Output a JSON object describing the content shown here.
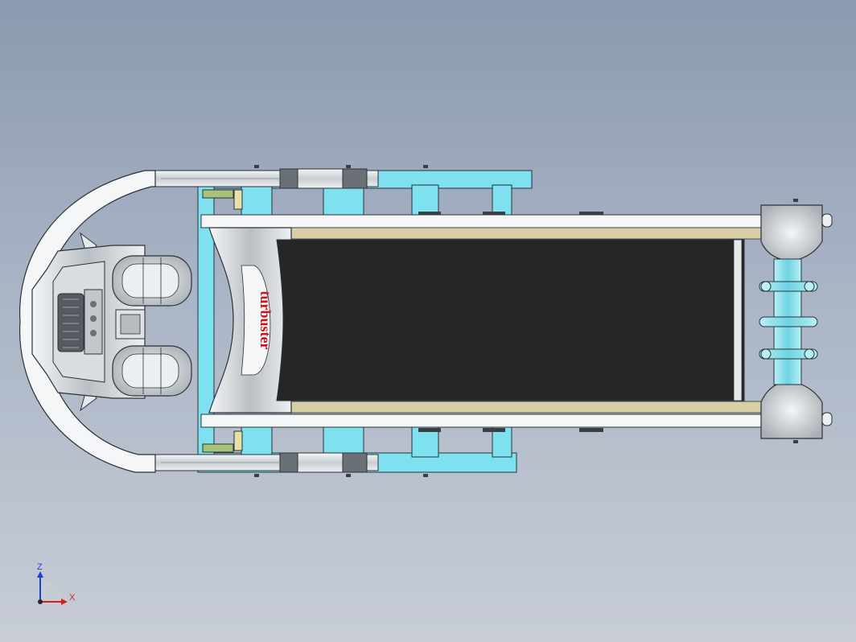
{
  "model": {
    "brand_text": "turbuster"
  },
  "triad": {
    "z_label": "Z",
    "x_label": "X"
  },
  "colors": {
    "background_top": "#8b9ab0",
    "background_bottom": "#c8cdd6",
    "frame_cyan": "#7fe0ef",
    "belt": "#262626",
    "metal": "#dfe3e6",
    "brand_red": "#c8141e",
    "axis_z": "#2040d0",
    "axis_x": "#d02020"
  }
}
